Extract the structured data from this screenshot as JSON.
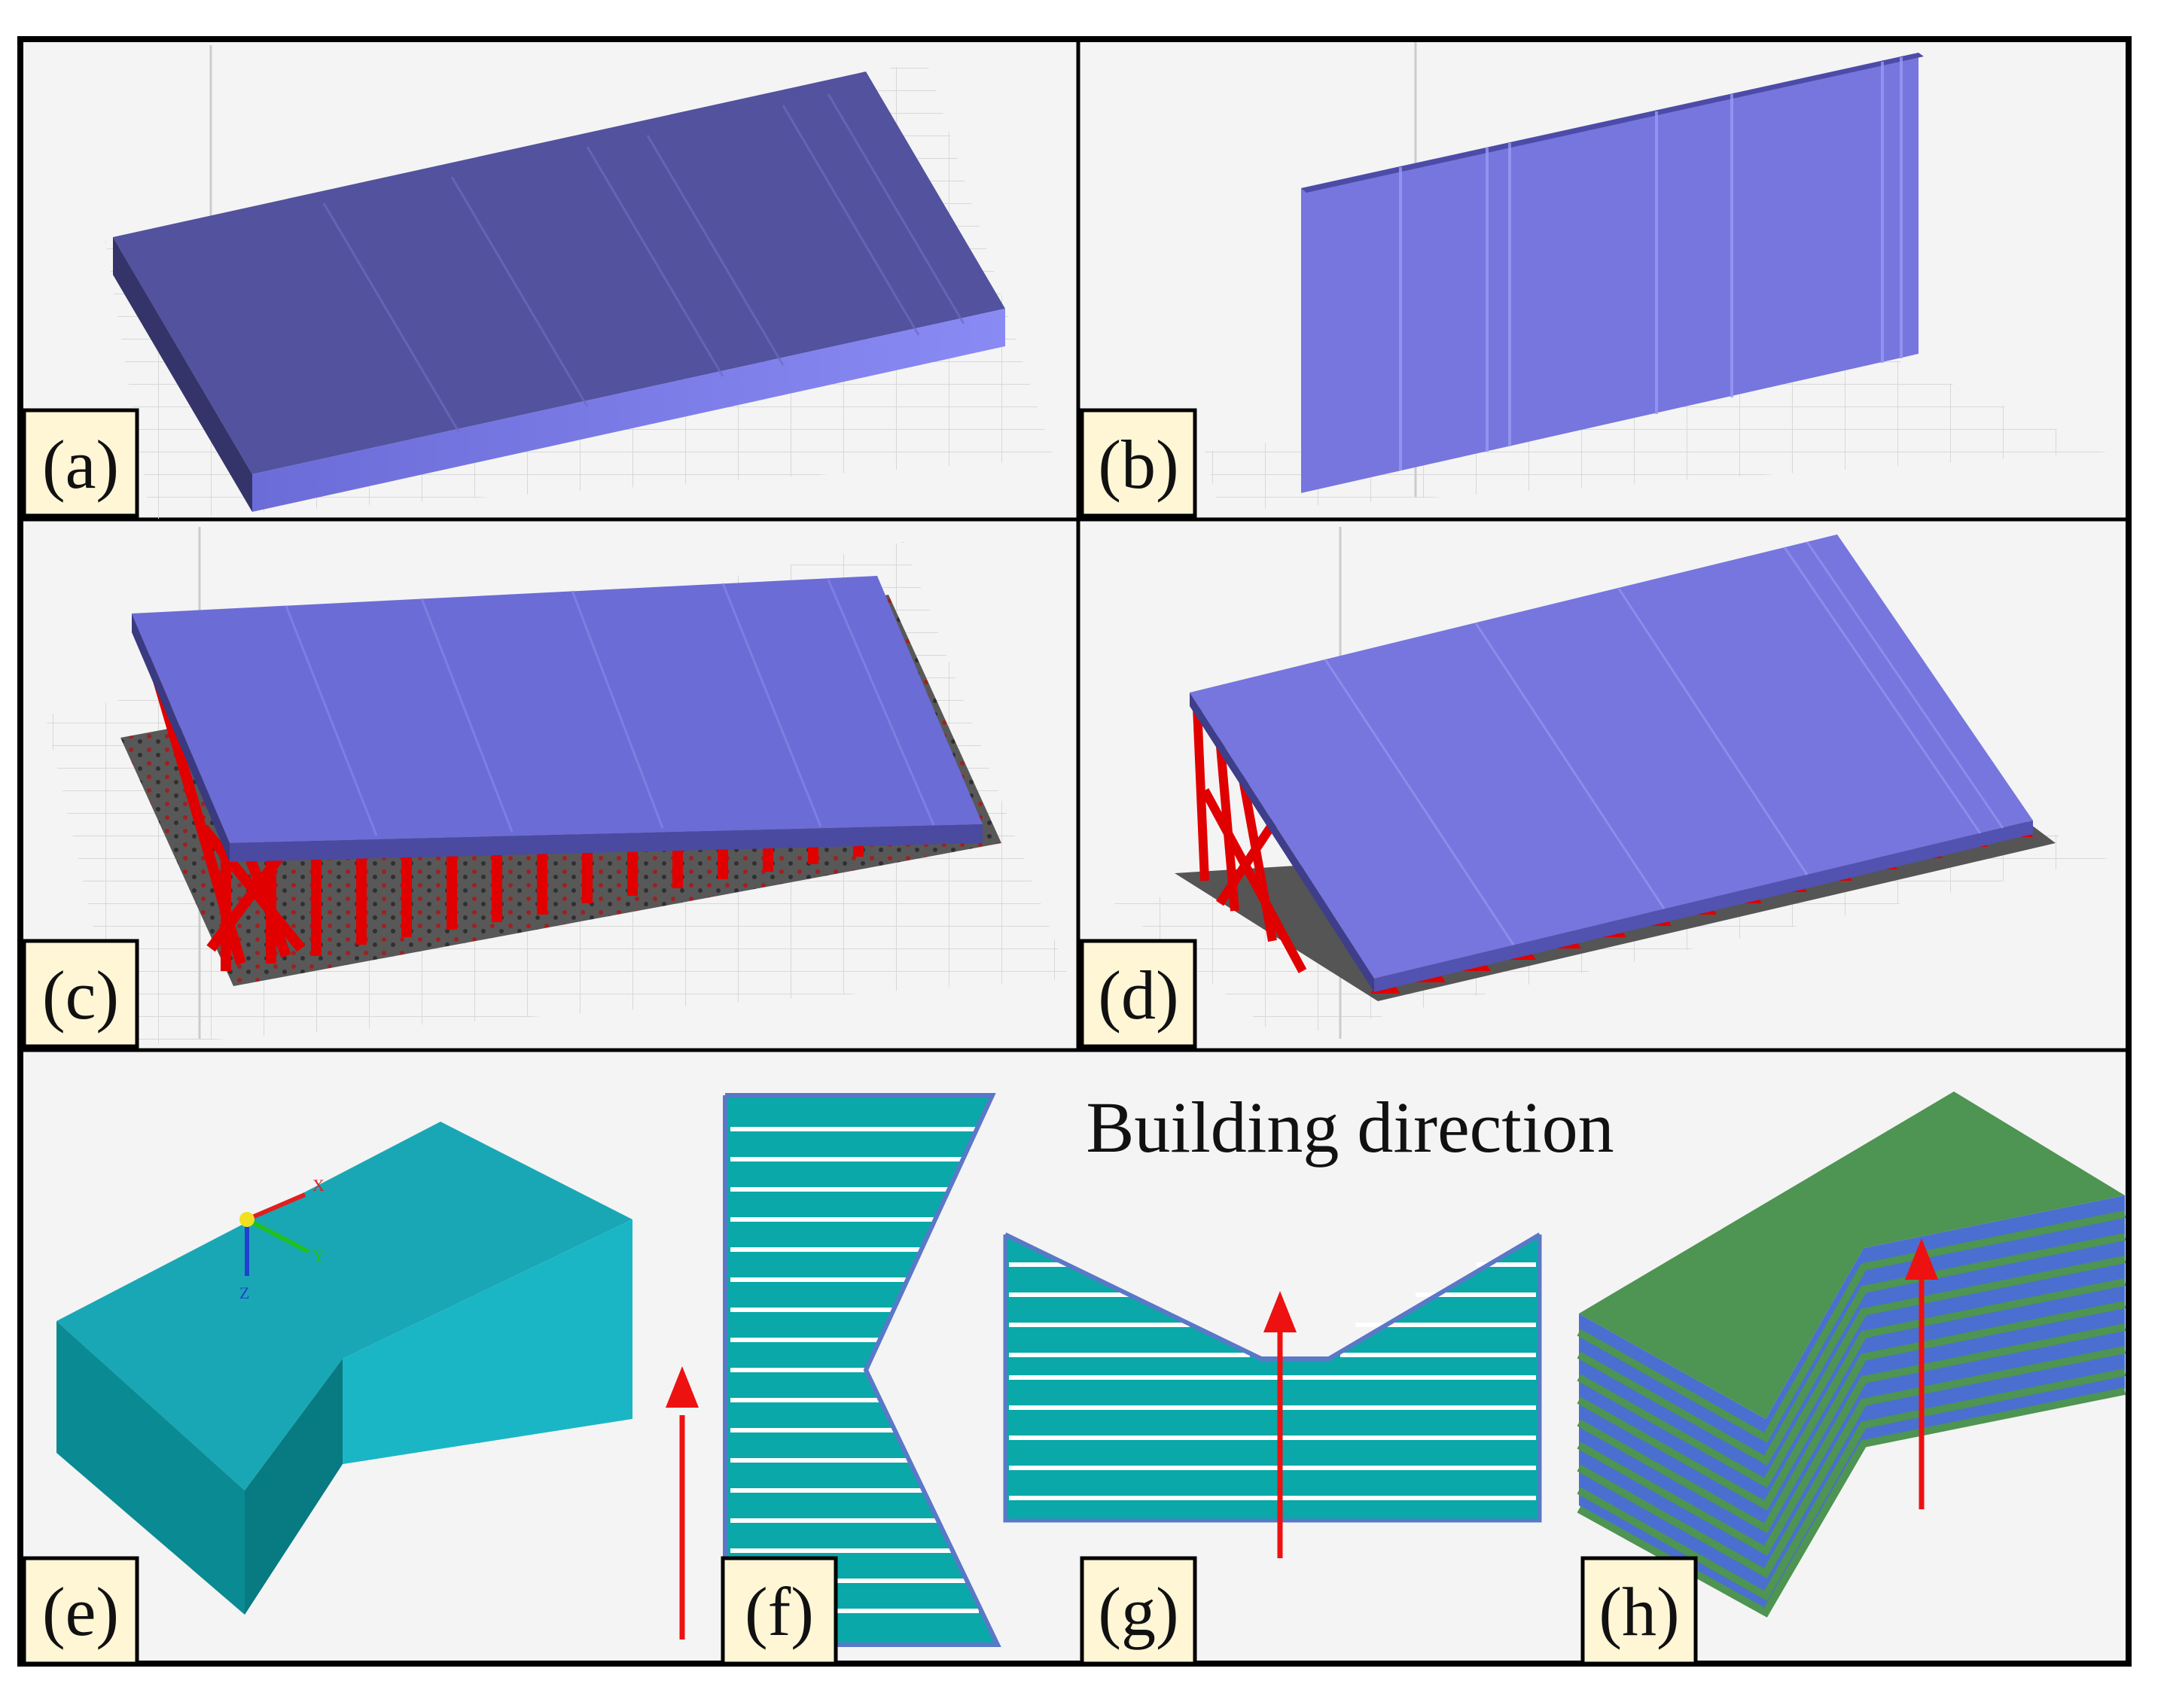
{
  "panels": [
    {
      "id": "a",
      "label": "(a)"
    },
    {
      "id": "b",
      "label": "(b)"
    },
    {
      "id": "c",
      "label": "(c)"
    },
    {
      "id": "d",
      "label": "(d)"
    },
    {
      "id": "e",
      "label": "(e)"
    },
    {
      "id": "f",
      "label": "(f)"
    },
    {
      "id": "g",
      "label": "(g)"
    },
    {
      "id": "h",
      "label": "(h)"
    }
  ],
  "caption": "Building direction",
  "axes": {
    "x": "X",
    "y": "Y",
    "z": "Z"
  },
  "colors": {
    "part_top": "#5a5aa6",
    "part_front": "#8080f0",
    "support": "#e00000",
    "build_plate": "#606060",
    "solid_top": "#1aa7b5",
    "solid_dark": "#0a8a92",
    "slice": "#0aa8a8",
    "slice_outline": "#5a78c8",
    "layer_green": "#4e9452",
    "layer_blue": "#4a6fd0",
    "arrow": "#ee1111",
    "panel_bg": "#f4f4f4",
    "label_bg": "#fff6d6"
  }
}
